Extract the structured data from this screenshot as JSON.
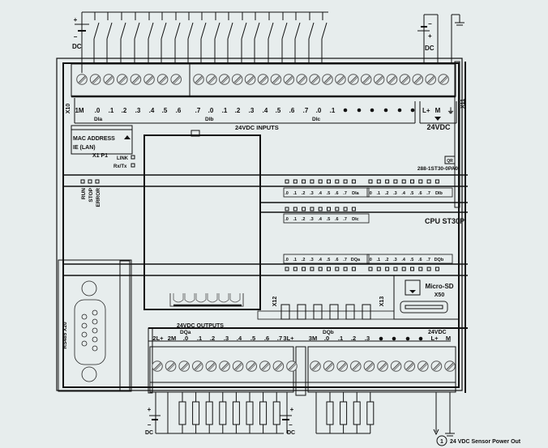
{
  "diagram": {
    "model_name": "CPU ST30P",
    "order_number": "288-1ST30-0PA0",
    "qr_glyph": "QR",
    "inputs": {
      "section_label": "24VDC INPUTS",
      "connector": "X10",
      "terminals": [
        "1M",
        ".0",
        ".1",
        ".2",
        ".3",
        ".4",
        ".5",
        ".6",
        ".7",
        ".0",
        ".1",
        ".2",
        ".3",
        ".4",
        ".5",
        ".6",
        ".7",
        ".0",
        ".1",
        "•",
        "•",
        "•",
        "•",
        "•",
        "•"
      ],
      "group_labels": [
        "DIa",
        "DIb",
        "DIc"
      ],
      "supply_label": "DC",
      "supply_plus": "+",
      "supply_minus": "−"
    },
    "power": {
      "connector": "X11",
      "terminals": [
        "L+",
        "M",
        "⏚"
      ],
      "label": "24VDC",
      "supply_label": "DC",
      "supply_plus": "+",
      "supply_minus": "−"
    },
    "ethernet": {
      "mac_label": "MAC ADDRESS",
      "ie_label": "IE (LAN)",
      "port_label": "X1 P1",
      "link_label": "LINK",
      "rxtx_label": "Rx/Tx"
    },
    "status_leds": [
      "RUN",
      "STOP",
      "ERROR"
    ],
    "io_leds": {
      "dia": [
        ".0",
        ".1",
        ".2",
        ".3",
        ".4",
        ".5",
        ".6",
        ".7",
        "DIa"
      ],
      "dib": [
        ".0",
        ".1",
        ".2",
        ".3",
        ".4",
        ".5",
        ".6",
        ".7",
        "DIb"
      ],
      "dic": [
        ".0",
        ".1",
        ".2",
        ".3",
        ".4",
        ".5",
        ".6",
        ".7",
        "DIc"
      ],
      "dqa": [
        ".0",
        ".1",
        ".2",
        ".3",
        ".4",
        ".5",
        ".6",
        ".7",
        "DQa"
      ],
      "dqb": [
        ".0",
        ".1",
        ".2",
        ".3",
        ".4",
        ".5",
        ".6",
        ".7",
        "DQb"
      ]
    },
    "serial": {
      "label": "RS485 X20"
    },
    "expansion": {
      "x12": "X12",
      "x13": "X13"
    },
    "sd_card": {
      "label": "Micro-SD",
      "connector": "X50"
    },
    "outputs": {
      "section_label": "24VDC OUTPUTS",
      "terminals_a": [
        "2L+",
        "2M",
        ".0",
        ".1",
        ".2",
        ".3",
        ".4",
        ".5",
        ".6",
        ".7",
        "3L+"
      ],
      "terminals_b": [
        "3M",
        ".0",
        ".1",
        ".2",
        ".3",
        "•",
        "•",
        "•",
        "•",
        "L+",
        "M"
      ],
      "group_labels": [
        "DQa",
        "DQb"
      ],
      "sensor_power_label": "24VDC",
      "supply_label": "DC",
      "supply_plus": "+",
      "supply_minus": "−"
    },
    "footnote": {
      "number": "1",
      "text": "24 VDC Sensor Power Out"
    }
  }
}
